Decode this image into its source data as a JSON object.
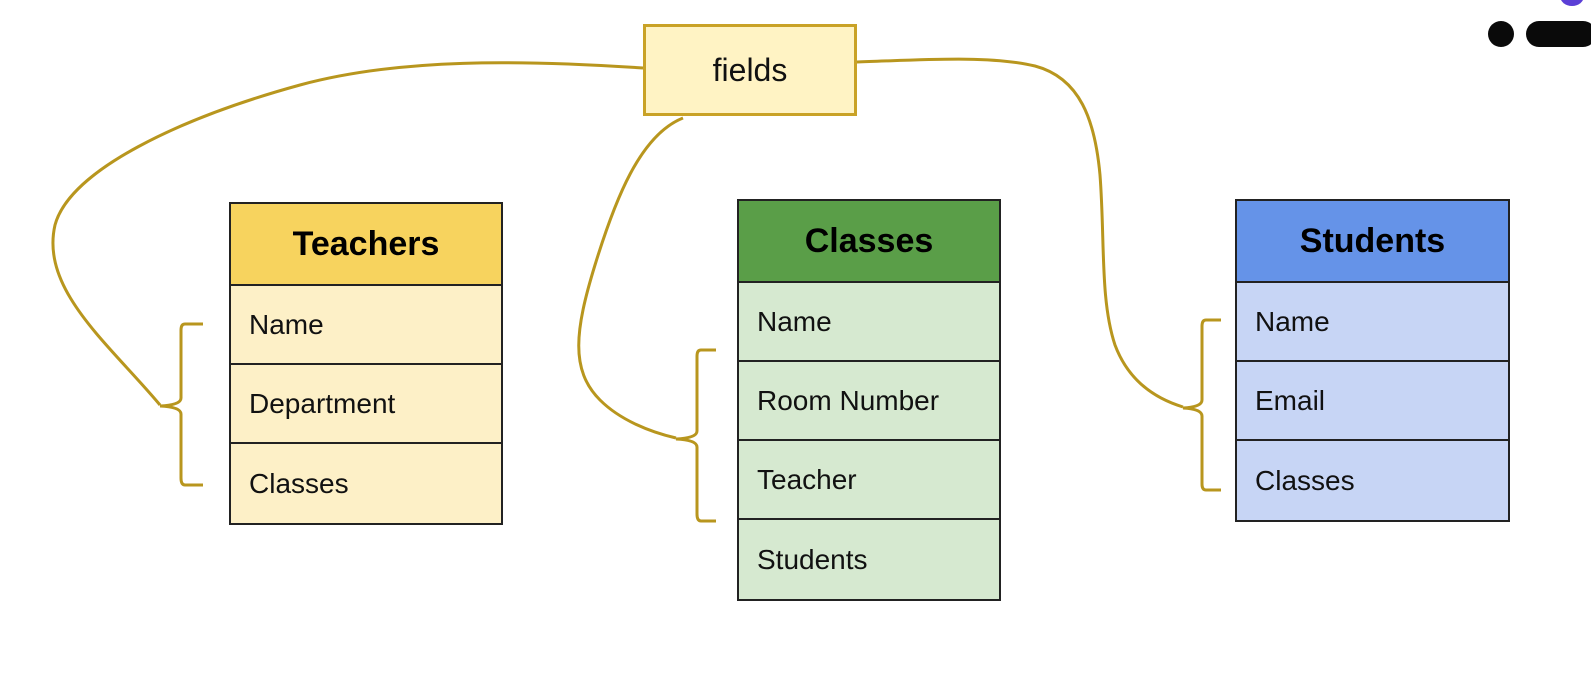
{
  "colors": {
    "connector": "#b8961e",
    "fields_border": "#c9a227",
    "fields_fill": "#fff3c4",
    "teachers_header": "#f7d35e",
    "teachers_row": "#fdf0c7",
    "classes_header": "#5a9e48",
    "classes_row": "#d6e9d0",
    "students_header": "#6593e8",
    "students_row": "#c7d5f5"
  },
  "fields": {
    "label": "fields"
  },
  "tables": {
    "teachers": {
      "title": "Teachers",
      "rows": [
        "Name",
        "Department",
        "Classes"
      ]
    },
    "classes": {
      "title": "Classes",
      "rows": [
        "Name",
        "Room Number",
        "Teacher",
        "Students"
      ]
    },
    "students": {
      "title": "Students",
      "rows": [
        "Name",
        "Email",
        "Classes"
      ]
    }
  }
}
